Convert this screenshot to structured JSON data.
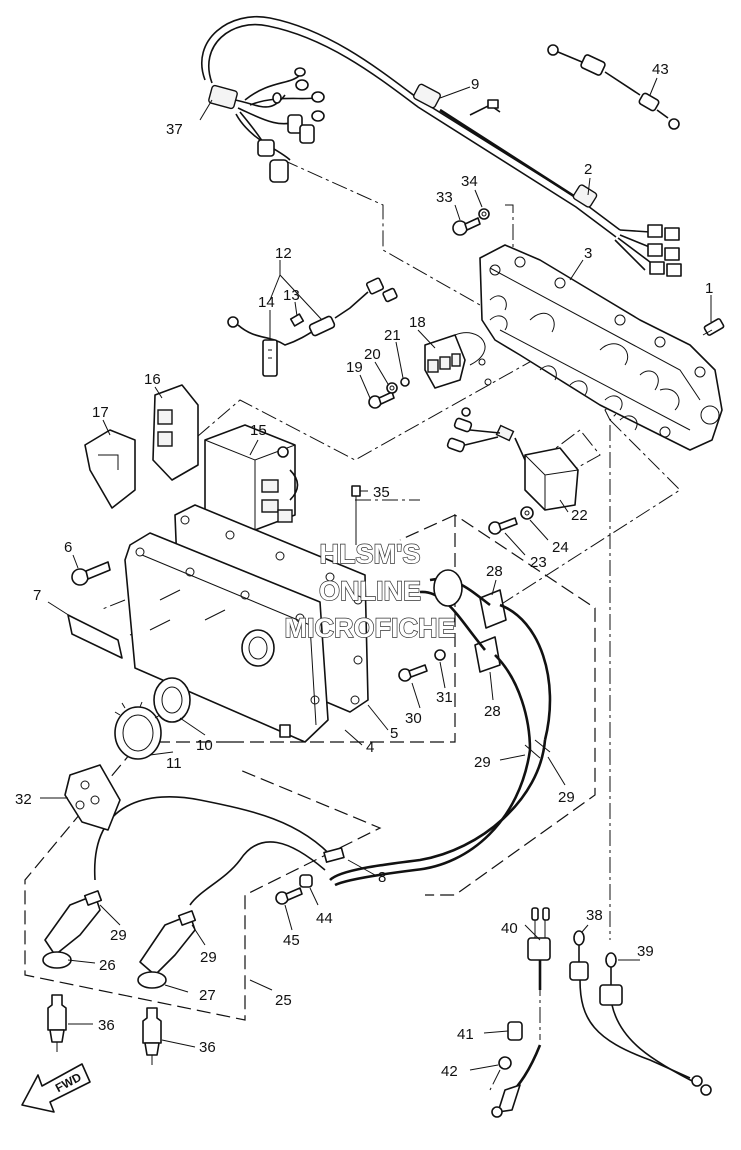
{
  "watermark": {
    "line1": "HLSM'S",
    "line2": "ONLINE",
    "line3": "MICROFICHE"
  },
  "direction_marker": {
    "text": "FWD"
  },
  "callouts": [
    {
      "id": "c1",
      "text": "1"
    },
    {
      "id": "c2",
      "text": "2"
    },
    {
      "id": "c3",
      "text": "3"
    },
    {
      "id": "c4",
      "text": "4"
    },
    {
      "id": "c5",
      "text": "5"
    },
    {
      "id": "c6",
      "text": "6"
    },
    {
      "id": "c7",
      "text": "7"
    },
    {
      "id": "c8",
      "text": "8"
    },
    {
      "id": "c9",
      "text": "9"
    },
    {
      "id": "c10",
      "text": "10"
    },
    {
      "id": "c11",
      "text": "11"
    },
    {
      "id": "c12",
      "text": "12"
    },
    {
      "id": "c13",
      "text": "13"
    },
    {
      "id": "c14",
      "text": "14"
    },
    {
      "id": "c15",
      "text": "15"
    },
    {
      "id": "c16",
      "text": "16"
    },
    {
      "id": "c17",
      "text": "17"
    },
    {
      "id": "c18",
      "text": "18"
    },
    {
      "id": "c19",
      "text": "19"
    },
    {
      "id": "c20",
      "text": "20"
    },
    {
      "id": "c21",
      "text": "21"
    },
    {
      "id": "c22",
      "text": "22"
    },
    {
      "id": "c23",
      "text": "23"
    },
    {
      "id": "c24",
      "text": "24"
    },
    {
      "id": "c25",
      "text": "25"
    },
    {
      "id": "c26",
      "text": "26"
    },
    {
      "id": "c27",
      "text": "27"
    },
    {
      "id": "c28a",
      "text": "28"
    },
    {
      "id": "c28b",
      "text": "28"
    },
    {
      "id": "c29a",
      "text": "29"
    },
    {
      "id": "c29b",
      "text": "29"
    },
    {
      "id": "c29c",
      "text": "29"
    },
    {
      "id": "c29d",
      "text": "29"
    },
    {
      "id": "c30",
      "text": "30"
    },
    {
      "id": "c31",
      "text": "31"
    },
    {
      "id": "c32",
      "text": "32"
    },
    {
      "id": "c33",
      "text": "33"
    },
    {
      "id": "c34",
      "text": "34"
    },
    {
      "id": "c35",
      "text": "35"
    },
    {
      "id": "c36a",
      "text": "36"
    },
    {
      "id": "c36b",
      "text": "36"
    },
    {
      "id": "c37",
      "text": "37"
    },
    {
      "id": "c38",
      "text": "38"
    },
    {
      "id": "c39",
      "text": "39"
    },
    {
      "id": "c40",
      "text": "40"
    },
    {
      "id": "c41",
      "text": "41"
    },
    {
      "id": "c42",
      "text": "42"
    },
    {
      "id": "c43",
      "text": "43"
    },
    {
      "id": "c44",
      "text": "44"
    },
    {
      "id": "c45",
      "text": "45"
    }
  ]
}
